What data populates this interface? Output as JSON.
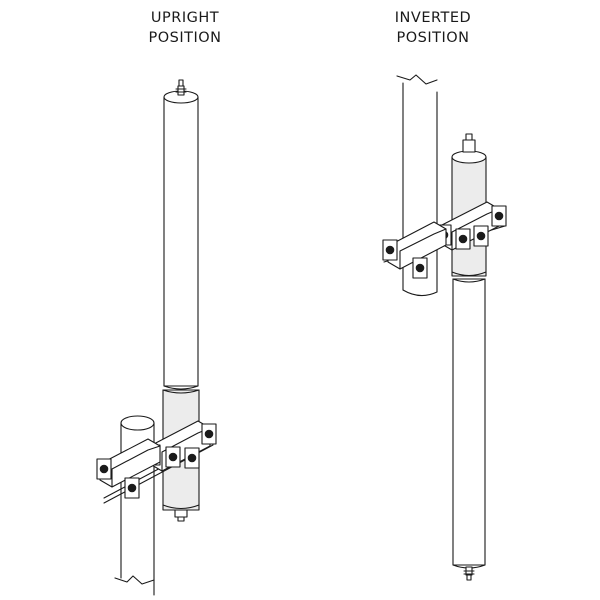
{
  "captions": {
    "upright": {
      "line1": "UPRIGHT",
      "line2": "POSITION"
    },
    "inverted": {
      "line1": "INVERTED",
      "line2": "POSITION"
    }
  },
  "colors": {
    "stroke": "#1a1a1a",
    "background": "#ffffff"
  }
}
